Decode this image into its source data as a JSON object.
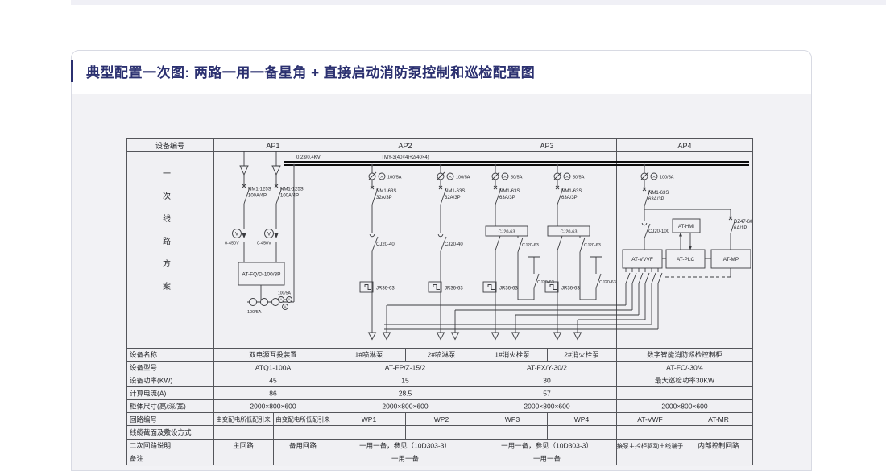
{
  "title": "典型配置一次图: 两路一用一备星角 + 直接启动消防泵控制和巡检配置图",
  "header": {
    "col0": "设备编号",
    "ap1": "AP1",
    "ap2": "AP2",
    "ap3": "AP3",
    "ap4": "AP4"
  },
  "side_label_chars": [
    "一",
    "次",
    "线",
    "路",
    "方",
    "案"
  ],
  "diagram": {
    "bus_voltage": "0.23/0.4KV",
    "bus_spec": "TMY-3(40×4)+2(40×4)",
    "ap1_breaker": "NM1-125S",
    "ap1_breaker_rating": "100A/4P",
    "voltmeter": "V",
    "voltmeter_range": "0-450V",
    "ats_box": "AT-FQ/D-100/3P",
    "ap1_ct": "100/5A",
    "ap1_meter_ct": "100/5A",
    "ammeter": "A",
    "ap2_ct": "100/5A",
    "ap2_breaker": "NM1-63S",
    "ap2_breaker_rating": "32A/3P",
    "ap2_contactor": "CJ20-40",
    "thermal_relay": "JR36-63",
    "ap3_ct": "50/5A",
    "ap3_breaker": "NM1-63S",
    "ap3_breaker_rating": "63A/3P",
    "ap3_contactor": "CJ20-63",
    "ap4_ct": "100/5A",
    "ap4_breaker": "NM1-63S",
    "ap4_breaker_rating": "63A/3P",
    "ap4_contactor": "CJ20-100",
    "ap4_aux_breaker": "DZ47-60",
    "ap4_aux_breaker_rating": "6A/1P",
    "hmi_box": "AT-HMI",
    "vvvf_box": "AT-VVVF",
    "plc_box": "AT-PLC",
    "mp_box": "AT-MP"
  },
  "table": {
    "labels": {
      "name": "设备名称",
      "model": "设备型号",
      "power": "设备功率(KW)",
      "current": "计算电流(A)",
      "size": "柜体尺寸(高/深/宽)",
      "circuit": "回路编号",
      "cable": "线缆截面及敷设方式",
      "secondary": "二次回路说明",
      "remark": "备注"
    },
    "name": {
      "ap1": "双电源互投装置",
      "ap2a": "1#喷淋泵",
      "ap2b": "2#喷淋泵",
      "ap3a": "1#消火栓泵",
      "ap3b": "2#消火栓泵",
      "ap4": "数字智能消防巡检控制柜"
    },
    "model": {
      "ap1": "ATQ1-100A",
      "ap2": "AT-FP/Z-15/2",
      "ap3": "AT-FX/Y-30/2",
      "ap4": "AT-FC/-30/4"
    },
    "power": {
      "ap1": "45",
      "ap2": "15",
      "ap3": "30",
      "ap4": "最大巡检功率30KW"
    },
    "current": {
      "ap1": "86",
      "ap2": "28.5",
      "ap3": "57"
    },
    "size": {
      "ap1": "2000×800×600",
      "ap2": "2000×800×600",
      "ap3": "2000×800×600",
      "ap4": "2000×800×600"
    },
    "circuit": {
      "ap1a": "由变配电所低配引来",
      "ap1b": "由变配电所低配引来",
      "ap2a": "WP1",
      "ap2b": "WP2",
      "ap3a": "WP3",
      "ap3b": "WP4",
      "ap4a": "AT-VWF",
      "ap4b": "AT-MR"
    },
    "secondary": {
      "ap1a": "主回路",
      "ap1b": "备用回路",
      "ap2": "一用一备，参见（10D303-3）",
      "ap3": "一用一备，参见（10D303-3）",
      "ap4a": "接泵主控柜驱动出线端子",
      "ap4b": "内部控制回路"
    },
    "remark": {
      "ap2": "一用一备",
      "ap3": "一用一备"
    }
  }
}
